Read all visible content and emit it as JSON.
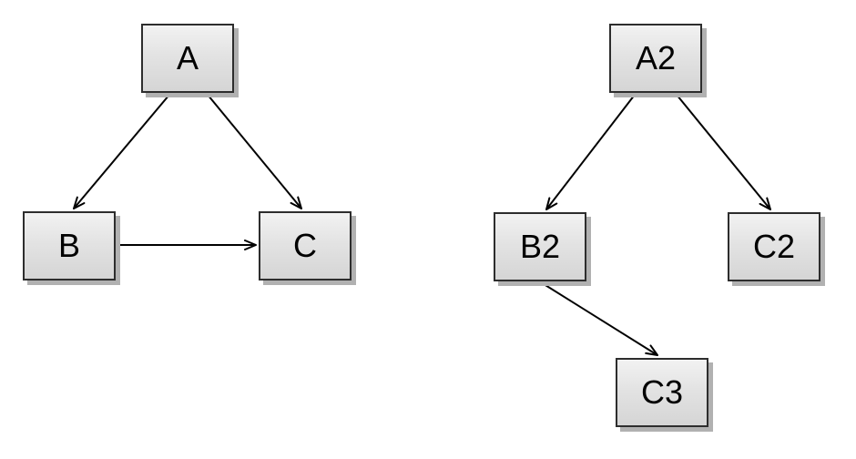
{
  "canvas": {
    "background_color": "#ffffff",
    "node_style": {
      "fill_top": "#f2f2f2",
      "fill_bottom": "#d5d5d5",
      "border_color": "#2d2d2d",
      "shadow_color": "#b1b1b1",
      "text_color": "#000000"
    },
    "edge_style": {
      "line_color": "#000000",
      "arrowhead": "open-v"
    }
  },
  "diagrams": [
    {
      "name": "left-graph",
      "nodes": [
        {
          "id": "A",
          "label": "A"
        },
        {
          "id": "B",
          "label": "B"
        },
        {
          "id": "C",
          "label": "C"
        }
      ],
      "edges": [
        {
          "from": "A",
          "to": "B"
        },
        {
          "from": "A",
          "to": "C"
        },
        {
          "from": "B",
          "to": "C"
        }
      ]
    },
    {
      "name": "right-graph",
      "nodes": [
        {
          "id": "A2",
          "label": "A2"
        },
        {
          "id": "B2",
          "label": "B2"
        },
        {
          "id": "C2",
          "label": "C2"
        },
        {
          "id": "C3",
          "label": "C3"
        }
      ],
      "edges": [
        {
          "from": "A2",
          "to": "B2"
        },
        {
          "from": "A2",
          "to": "C2"
        },
        {
          "from": "B2",
          "to": "C3"
        }
      ]
    }
  ]
}
